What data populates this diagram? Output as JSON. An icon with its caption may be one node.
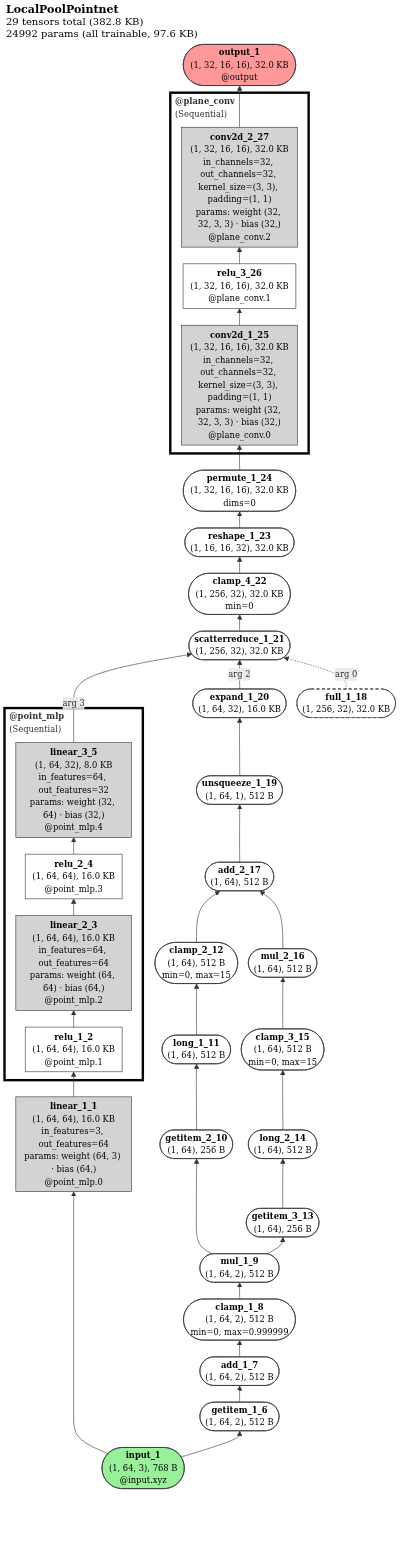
{
  "diagram": {
    "title": "LocalPoolPointnet",
    "nodes": [
      {
        "text": [
          "output_1",
          "(1, 32, 16, 16), 32.0 KB",
          "@output"
        ]
      },
      {
        "text": [
          "@plane_conv",
          "(Sequential)"
        ]
      },
      {
        "text": [
          "conv2d_2_27",
          "(1, 32, 16, 16), 32.0 KB",
          "in_channels=32, out_channels=32, kernel_size=(3, 3), padding=(1, 1)",
          "params: weight (32, 32, 3, 3) · bias (32,)",
          "@plane_conv.2"
        ],
        "in": 1
      },
      {
        "text": [
          "relu_3_26",
          "(1, 32, 16, 16), 32.0 KB",
          "@plane_conv.1"
        ],
        "in": 1
      },
      {
        "text": [
          "conv2d_1_25",
          "(1, 32, 16, 16), 32.0 KB",
          "in_channels=32, out_channels=32, kernel_size=(3, 3), padding=(1, 1)",
          "params: weight (32, 32, 3, 3) · bias (32,)",
          "@plane_conv.0"
        ],
        "in": 1
      },
      {
        "text": [
          "permute_1_24",
          "(1, 32, 16, 16), 32.0 KB",
          "dims=0"
        ]
      },
      {
        "text": [
          "reshape_1_23",
          "(1, 16, 16, 32), 32.0 KB"
        ]
      },
      {
        "text": [
          "clamp_4_22",
          "(1, 256, 32), 32.0 KB",
          "min=0"
        ]
      },
      {
        "text": [
          "scatterreduce_1_21",
          "(1, 256, 32), 32.0 KB"
        ]
      },
      {
        "text": [
          "expand_1_20",
          "(1, 64, 32), 16.0 KB"
        ]
      },
      {
        "text": [
          "full_1_18",
          "(1, 256, 32), 32.0 KB"
        ]
      },
      {
        "text": [
          "unsqueeze_1_19",
          "(1, 64, 1), 512 B"
        ]
      },
      {
        "text": [
          "add_2_17",
          "(1, 64), 512 B"
        ]
      },
      {
        "text": [
          "mul_2_16",
          "(1, 64), 512 B"
        ]
      },
      {
        "text": [
          "clamp_2_12",
          "(1, 64), 512 B",
          "min=0, max=15"
        ]
      },
      {
        "text": [
          "clamp_3_15",
          "(1, 64), 512 B",
          "min=0, max=15"
        ]
      },
      {
        "text": [
          "long_1_11",
          "(1, 64), 512 B"
        ]
      },
      {
        "text": [
          "long_2_14",
          "(1, 64), 512 B"
        ]
      },
      {
        "text": [
          "@point_mlp",
          "(Sequential)"
        ]
      },
      {
        "text": [
          "linear_3_5",
          "(1, 64, 32), 8.0 KB",
          "in_features=64, out_features=32",
          "params: weight (32, 64) · bias (32,)",
          "@point_mlp.4"
        ],
        "in": 18
      },
      {
        "text": [
          "getitem_2_10",
          "(1, 64), 256 B"
        ]
      },
      {
        "text": [
          "getitem_3_13",
          "(1, 64), 256 B"
        ]
      },
      {
        "text": [
          "relu_2_4",
          "(1, 64, 64), 16.0 KB",
          "@point_mlp.3"
        ],
        "in": 18
      },
      {
        "text": [
          "mul_1_9",
          "(1, 64, 2), 512 B"
        ]
      },
      {
        "text": [
          "linear_2_3",
          "(1, 64, 64), 16.0 KB",
          "in_features=64, out_features=64",
          "params: weight (64, 64) · bias (64,)",
          "@point_mlp.2"
        ],
        "in": 18
      },
      {
        "text": [
          "clamp_1_8",
          "(1, 64, 2), 512 B",
          "min=0, max=0.999999"
        ]
      },
      {
        "text": [
          "relu_1_2",
          "(1, 64, 64), 16.0 KB",
          "@point_mlp.1"
        ],
        "in": 18
      },
      {
        "text": [
          "add_1_7",
          "(1, 64, 2), 512 B"
        ]
      },
      {
        "text": [
          "linear_1_1",
          "(1, 64, 64), 16.0 KB",
          "in_features=3, out_features=64",
          "params: weight (64, 3) · bias (64,)",
          "@point_mlp.0"
        ]
      },
      {
        "text": [
          "getitem_1_6",
          "(1, 64, 2), 512 B"
        ]
      },
      {
        "text": [
          "input_1",
          "(1, 64, 3), 768 B",
          "@input.xyz"
        ]
      }
    ],
    "edges": [
      {
        "from": 30,
        "to": 28,
        "arrow": "to"
      },
      {
        "from": 30,
        "to": 29,
        "arrow": "to"
      },
      {
        "from": 28,
        "to": 26,
        "arrow": "to"
      },
      {
        "from": 26,
        "to": 24,
        "arrow": "to"
      },
      {
        "from": 24,
        "to": 22,
        "arrow": "to"
      },
      {
        "from": 22,
        "to": 19,
        "arrow": "to"
      },
      {
        "from": 19,
        "to": 8,
        "arrow": "to",
        "label": "arg 3"
      },
      {
        "from": 29,
        "to": 27,
        "arrow": "to"
      },
      {
        "from": 27,
        "to": 25,
        "arrow": "to"
      },
      {
        "from": 25,
        "to": 23,
        "arrow": "to"
      },
      {
        "from": 23,
        "to": 20,
        "arrow": "to"
      },
      {
        "from": 23,
        "to": 21,
        "arrow": "to"
      },
      {
        "from": 20,
        "to": 16,
        "arrow": "to"
      },
      {
        "from": 21,
        "to": 17,
        "arrow": "to"
      },
      {
        "from": 16,
        "to": 14,
        "arrow": "to"
      },
      {
        "from": 17,
        "to": 15,
        "arrow": "to"
      },
      {
        "from": 15,
        "to": 13,
        "arrow": "to"
      },
      {
        "from": 14,
        "to": 12,
        "arrow": "to"
      },
      {
        "from": 13,
        "to": 12,
        "arrow": "to"
      },
      {
        "from": 12,
        "to": 11,
        "arrow": "to"
      },
      {
        "from": 11,
        "to": 9,
        "arrow": "to"
      },
      {
        "from": 9,
        "to": 8,
        "arrow": "to",
        "label": "arg 2"
      },
      {
        "from": 10,
        "to": 8,
        "arrow": "to",
        "label": "arg 0",
        "style": "dashed"
      },
      {
        "from": 8,
        "to": 7,
        "arrow": "to"
      },
      {
        "from": 7,
        "to": 6,
        "arrow": "to"
      },
      {
        "from": 6,
        "to": 5,
        "arrow": "to"
      },
      {
        "from": 5,
        "to": 4,
        "arrow": "to"
      },
      {
        "from": 4,
        "to": 3,
        "arrow": "to"
      },
      {
        "from": 3,
        "to": 2,
        "arrow": "to"
      },
      {
        "from": 2,
        "to": 0,
        "arrow": "to"
      }
    ],
    "labels": [
      "29 tensors total (382.8 KB)",
      "24992 params (all trainable, 97.6 KB)"
    ]
  }
}
